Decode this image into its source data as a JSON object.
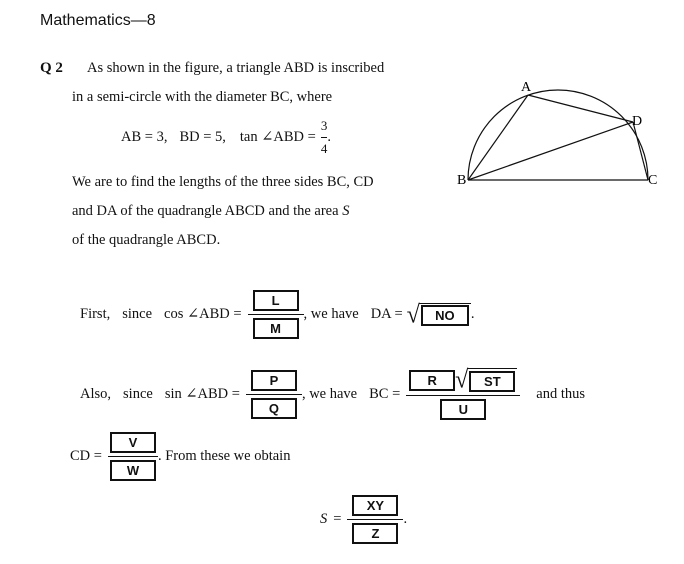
{
  "header": "Mathematics—8",
  "question": {
    "number": "Q 2",
    "line1": "As shown in the figure, a triangle ABD is inscribed",
    "line2": "in a semi-circle with the diameter BC, where",
    "given_ab": "AB = 3,",
    "given_bd": "BD = 5,",
    "given_tan": "tan ∠ABD =",
    "tan_num": "3",
    "tan_den": "4",
    "tan_end": ".",
    "line3": "We are to find the lengths of the three sides BC, CD",
    "line4a": "and DA of the quadrangle ABCD and the area",
    "line4_var": "S",
    "line5": "of the quadrangle ABCD."
  },
  "figure": {
    "labels": {
      "A": "A",
      "B": "B",
      "C": "C",
      "D": "D"
    }
  },
  "answer": {
    "first": "First,",
    "since1": "since",
    "cos_lhs": "cos ∠ABD =",
    "box_L": "L",
    "box_M": "M",
    "we_have1": ", we have",
    "da_lhs": "DA =",
    "box_NO": "NO",
    "end1": ".",
    "also": "Also,",
    "since2": "since",
    "sin_lhs": "sin ∠ABD =",
    "box_P": "P",
    "box_Q": "Q",
    "we_have2": ", we have",
    "bc_lhs": "BC =",
    "box_R": "R",
    "box_ST": "ST",
    "box_U": "U",
    "and_thus": "and thus",
    "cd_lhs": "CD =",
    "box_V": "V",
    "box_W": "W",
    "from_these": ". From these we obtain",
    "s_var": "S",
    "s_eq": "=",
    "box_XY": "XY",
    "box_Z": "Z",
    "end2": "."
  }
}
